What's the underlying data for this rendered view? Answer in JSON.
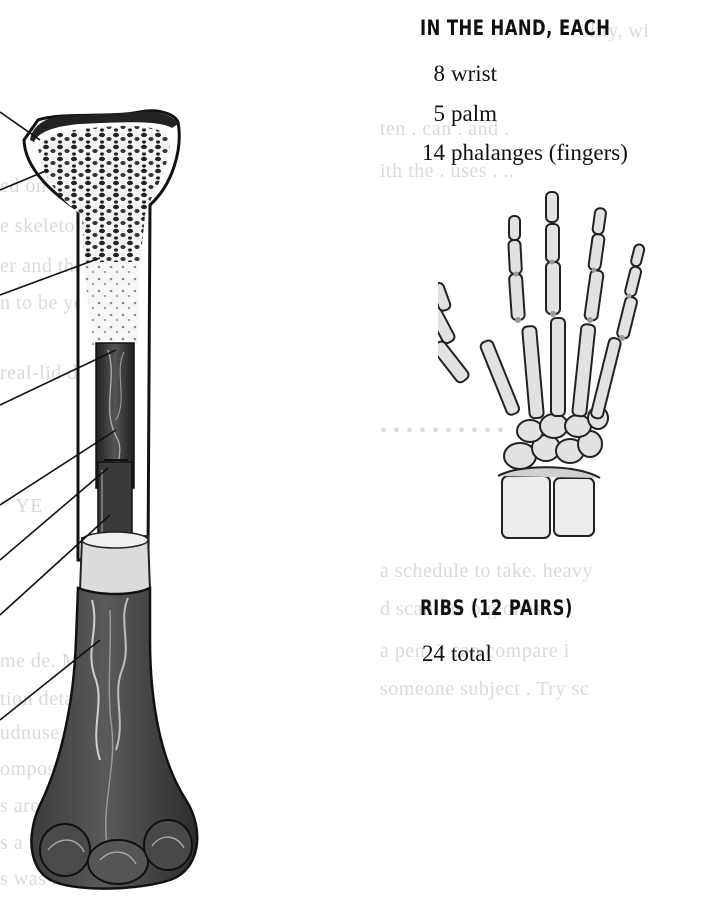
{
  "hand_section": {
    "heading": "IN THE HAND, EACH",
    "items": [
      {
        "number": "8",
        "label": "wrist"
      },
      {
        "number": "5",
        "label": "palm"
      },
      {
        "number": "14",
        "label": "phalanges (fingers)"
      }
    ]
  },
  "ribs_section": {
    "heading": "RIBS (12 PAIRS)",
    "total_number": "24",
    "total_label": "total"
  },
  "illustrations": {
    "bone": "long-bone-cross-section-illustration",
    "hand": "hand-skeleton-illustration"
  }
}
